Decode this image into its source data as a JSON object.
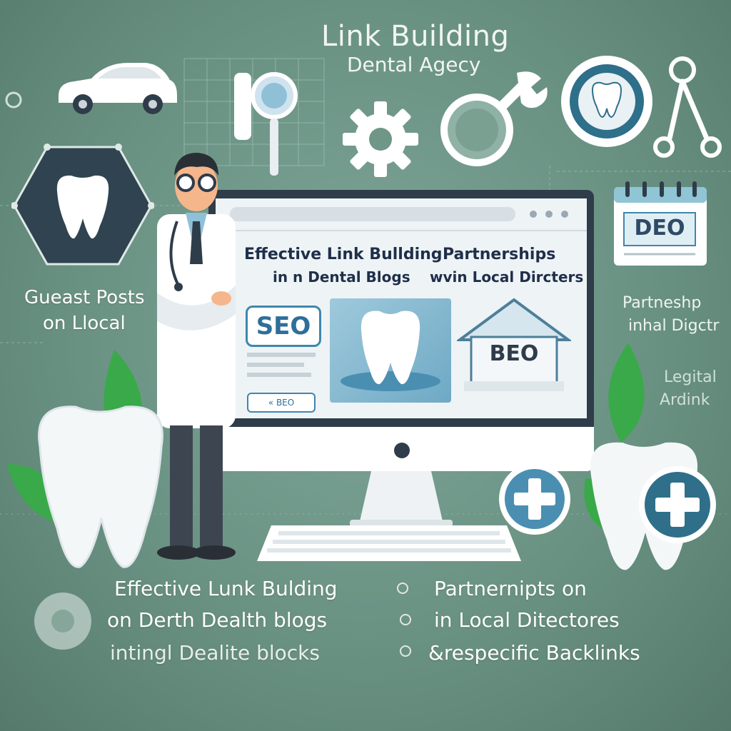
{
  "header": {
    "title": "Link Building",
    "subtitle": "Dental Agecy"
  },
  "left_panel": {
    "line1": "Gueast Posts",
    "line2": "on Llocal"
  },
  "right_panel": {
    "calendar_label": "DEO",
    "line1": "Partneshp",
    "line2": "inhal Digctr",
    "line3": "Legital",
    "line4": "Ardink"
  },
  "screen": {
    "heading_left_line1": "Effective Link Bullding",
    "heading_right_line1": "Partnerships",
    "heading_left_line2": "in n  Dental Blogs",
    "heading_right_line2": "wvin Local Dircters",
    "seo_badge": "SEO",
    "small_button": "« BEO",
    "house_label": "BEO"
  },
  "bottom_list": {
    "left": [
      "Effective Lunk Bulding",
      "on Derth Dealth blogs",
      "intingl Dealite blocks"
    ],
    "right": [
      "Partnernipts  on",
      "in Local Ditectores",
      "&respecific Backlinks"
    ]
  },
  "colors": {
    "background": "#6a9283",
    "accent_blue": "#3f86ad",
    "dark_navy": "#2f3c4a",
    "leaf_green": "#3aa94a"
  },
  "icons": [
    "car-icon",
    "gear-icon",
    "magnifier-wrench-icon",
    "tooth-badge-icon",
    "scissors-icon",
    "hexagon-tooth-icon",
    "calendar-icon",
    "plus-badge-icon",
    "house-icon",
    "doctor-figure",
    "tooth-icon",
    "leaf-icon",
    "keyboard-icon"
  ]
}
